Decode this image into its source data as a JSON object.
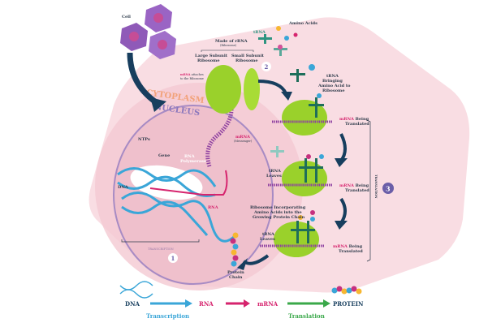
{
  "labels": {
    "cell": "Cell",
    "cytoplasm": "CYTOPLASM",
    "nucleus": "NUCLEUS",
    "ntps": "NTPs",
    "gene": "Gene",
    "rna_polymerase": [
      "RNA",
      "Polymerase"
    ],
    "dna": "DNA",
    "rna": "RNA",
    "transcription_bracket": "TRANSCRIPTION",
    "step1": "1",
    "made_of_rrna": "Made of rRNA",
    "ribosome_small": "(Ribosome)",
    "large_subunit": [
      "Large Subunit",
      "Ribosome"
    ],
    "small_subunit": [
      "Small Subunit",
      "Ribosome"
    ],
    "mrna_attaches": [
      "mRNA",
      " attaches",
      "to the Ribosome"
    ],
    "mrna_messenger": [
      "mRNA",
      "(Messenger)"
    ],
    "step2": "2",
    "trna": "tRNA",
    "amino_acids": "Amino Acids",
    "trna_bringing": [
      "tRNA",
      "Bringing",
      "Amino Acid to",
      "Ribosome"
    ],
    "mrna_translated": [
      "mRNA",
      " Being",
      "Translated"
    ],
    "trna_leaves": [
      "tRNA",
      "Leaves"
    ],
    "ribosome_incorporating": [
      "Ribosome Incorporating",
      "Amino Acids into the",
      "Growing Protein Chain"
    ],
    "protein_chain": [
      "Protein",
      "Chain"
    ],
    "translation_bracket": "TRANSLATION",
    "step3": "3"
  },
  "flow": {
    "dna": "DNA",
    "rna": "RNA",
    "mrna": "mRNA",
    "protein": "PROTEIN",
    "transcription": "Transcription",
    "translation": "Translation"
  },
  "colors": {
    "pink_bg": "#f9dde3",
    "cytoplasm": "#f4c9d2",
    "nucleus_stroke": "#a78bc4",
    "ribosome": "#9ad12b",
    "dna_blue": "#3aa6d8",
    "mrna_magenta": "#d6246e",
    "trna_teal": "#1f6e5a",
    "arrow_navy": "#173e5e",
    "translation_green": "#3aa84a",
    "step_badge": "#6b5ea8"
  }
}
